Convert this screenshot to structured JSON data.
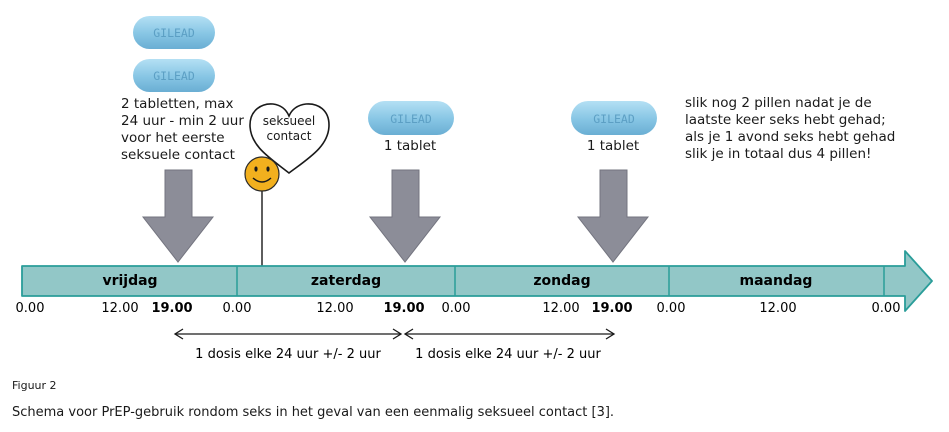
{
  "colors": {
    "timeline_fill": "#92c7c7",
    "timeline_stroke": "#2a9d99",
    "pill_fill": "#8ac8e6",
    "pill_text": "#5a9cc0",
    "arrow_fill": "#8c8d98",
    "smiley": "#f2b01e"
  },
  "pill_text": "GILEAD",
  "notes": {
    "friday": "2 tabletten, max 24 uur - min 2 uur voor het eerste seksuele contact",
    "saturday": "1 tablet",
    "sunday": "1 tablet",
    "after": "slik nog 2 pillen nadat je de laatste keer seks hebt gehad; als je 1 avond seks hebt gehad slik je in totaal dus 4 pillen!"
  },
  "heart_label": "seksueel contact",
  "days": [
    "vrijdag",
    "zaterdag",
    "zondag",
    "maandag"
  ],
  "ticks": {
    "t0": "0.00",
    "t1": "12.00",
    "t2": "19.00",
    "t3": "0.00",
    "t4": "12.00",
    "t5": "19.00",
    "t6": "0.00",
    "t7": "12.00",
    "t8": "19.00",
    "t9": "0.00",
    "t10": "12.00",
    "t11": "0.00"
  },
  "intervals": [
    "1 dosis elke 24 uur +/- 2 uur",
    "1 dosis elke 24 uur +/- 2 uur"
  ],
  "caption": {
    "label": "Figuur 2",
    "text": "Schema voor PrEP-gebruik rondom seks in het geval van een eenmalig seksueel contact [3]."
  }
}
